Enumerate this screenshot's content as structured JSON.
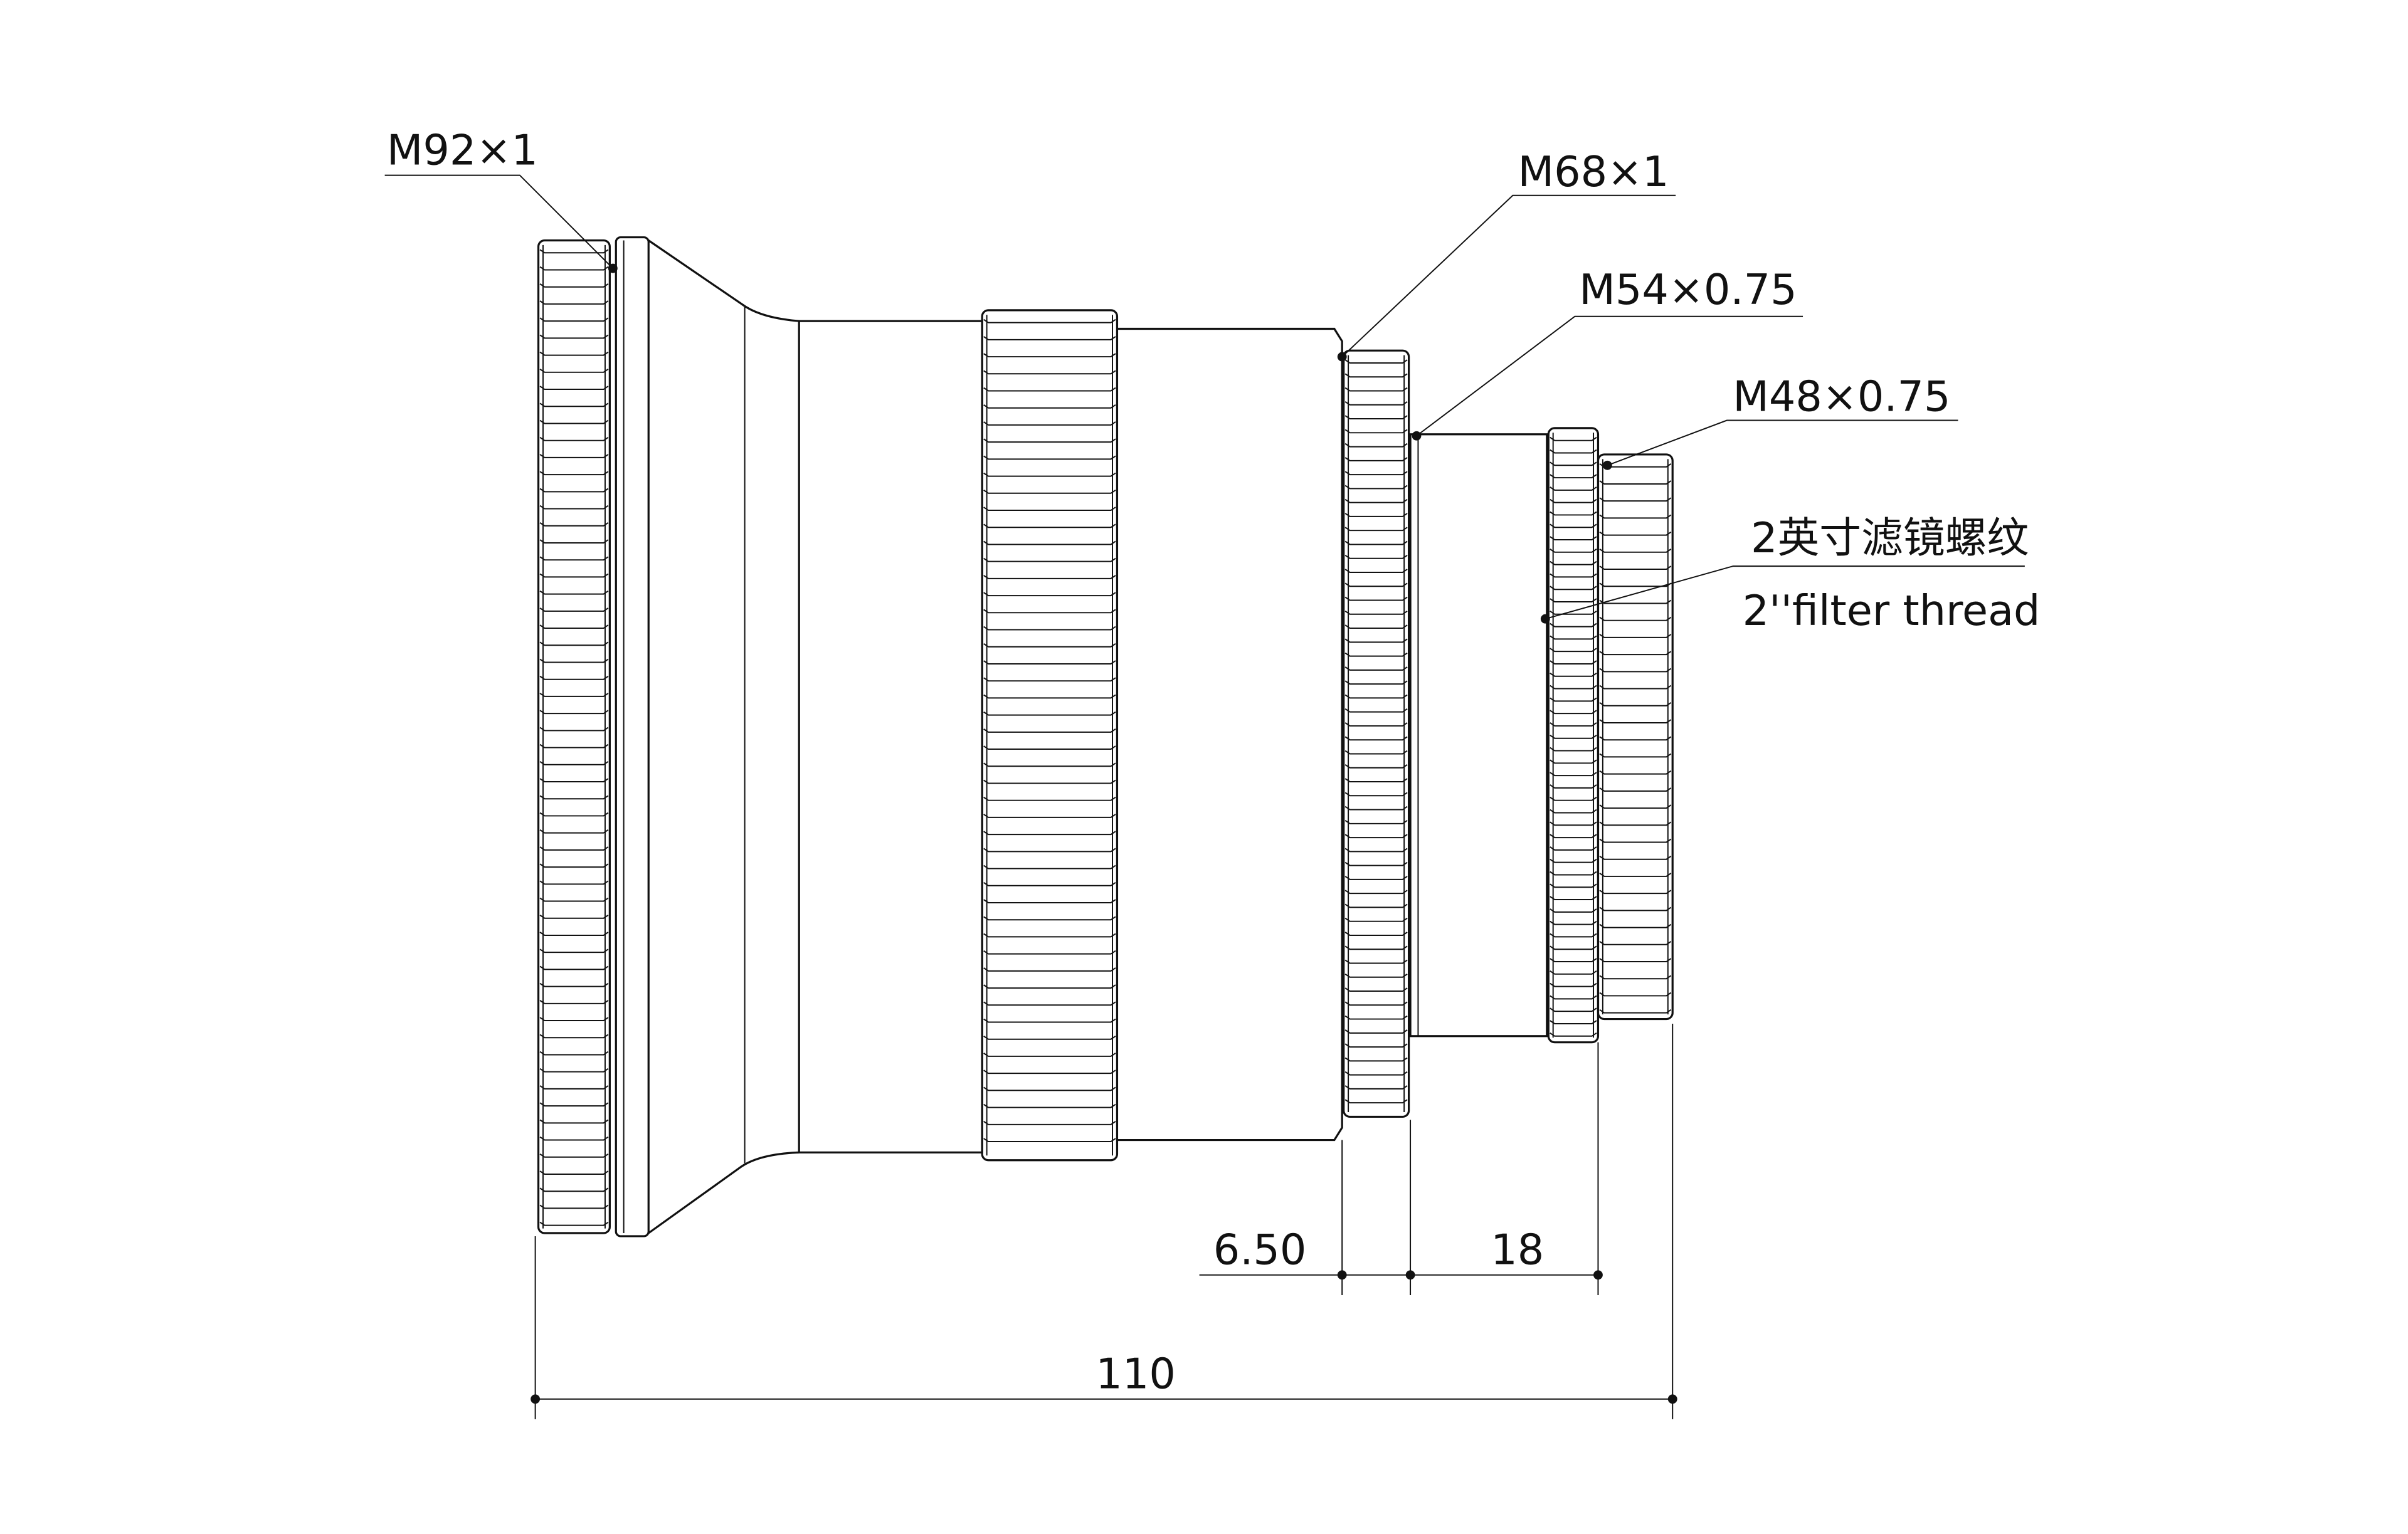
{
  "labels": {
    "m92": "M92×1",
    "m68": "M68×1",
    "m54": "M54×0.75",
    "m48": "M48×0.75",
    "filter_cn": "2英寸滤镜螺纹",
    "filter_en": "2''filter thread"
  },
  "dimensions": {
    "d1": "6.50",
    "d2": "18",
    "total": "110"
  }
}
